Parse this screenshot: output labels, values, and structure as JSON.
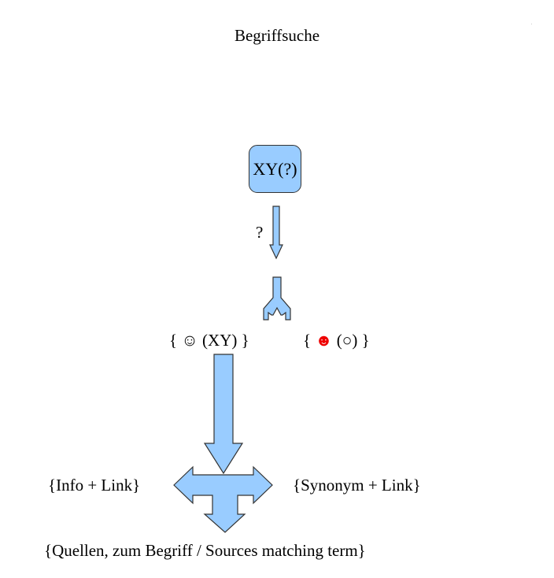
{
  "title": "Begriffsuche",
  "nodes": {
    "query": "XY(?)",
    "query_edge_label": "?",
    "result_found": {
      "open": "{",
      "icon": "☺",
      "text": "(XY)",
      "close": "}"
    },
    "result_not_found": {
      "open": "{",
      "icon": "☻",
      "text": "(○)",
      "close": "}"
    },
    "info": "{Info + Link}",
    "synonym": "{Synonym + Link}",
    "sources": "{Quellen, zum Begriff / Sources matching term}"
  },
  "colors": {
    "shape_fill": "#99ccff",
    "shape_stroke": "#333333",
    "not_found_icon": "#ee0000"
  }
}
